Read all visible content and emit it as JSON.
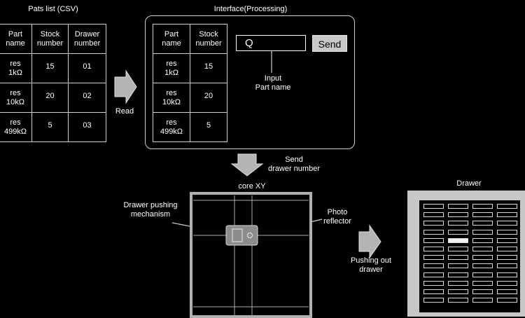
{
  "parts_list": {
    "title": "Pats list (CSV)",
    "headers": [
      "Part\nname",
      "Stock\nnumber",
      "Drawer\nnumber"
    ],
    "rows": [
      [
        "res\n1kΩ",
        "15",
        "01"
      ],
      [
        "res\n10kΩ",
        "20",
        "02"
      ],
      [
        "res\n499kΩ",
        "5",
        "03"
      ]
    ]
  },
  "read_label": "Read",
  "interface": {
    "title": "Interface(Processing)",
    "headers": [
      "Part\nname",
      "Stock\nnumber"
    ],
    "rows": [
      [
        "res\n1kΩ",
        "15"
      ],
      [
        "res\n10kΩ",
        "20"
      ],
      [
        "res\n499kΩ",
        "5"
      ]
    ],
    "input_value": "Q",
    "send_button": "Send",
    "input_caption": "Input\nPart name"
  },
  "send_label": "Send\ndrawer number",
  "corexy": {
    "title": "core XY",
    "mechanism_label": "Drawer  pushing\nmechanism",
    "reflector_label": "Photo\nreflector"
  },
  "push_label": "Pushing out\ndrawer",
  "drawer": {
    "title": "Drawer",
    "rows": 12,
    "cols": 4,
    "highlight_row": 4,
    "highlight_col": 1
  }
}
